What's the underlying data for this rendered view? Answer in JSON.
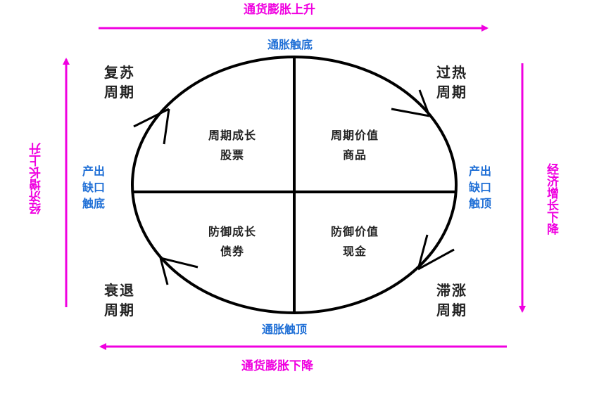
{
  "diagram": {
    "arrows": {
      "top": "通货膨胀上升",
      "bottom": "通货膨胀下降",
      "left": "经济增长上升",
      "right": "经济增长下降"
    },
    "inflation": {
      "peak": "通胀触底",
      "trough": "通胀触顶"
    },
    "output_gap": {
      "left": [
        "产出",
        "缺口",
        "触底"
      ],
      "right": [
        "产出",
        "缺口",
        "触顶"
      ]
    },
    "cycles": {
      "recovery": [
        "复苏",
        "周期"
      ],
      "overheat": [
        "过热",
        "周期"
      ],
      "recession": [
        "衰退",
        "周期"
      ],
      "stagflation": [
        "滞涨",
        "周期"
      ]
    },
    "quadrants": {
      "top_left": [
        "周期成长",
        "股票"
      ],
      "top_right": [
        "周期价值",
        "商品"
      ],
      "bottom_left": [
        "防御成长",
        "债券"
      ],
      "bottom_right": [
        "防御价值",
        "现金"
      ]
    },
    "colors": {
      "arrow": "#f000e0",
      "secondary_text": "#1f6fd6",
      "primary_text": "#222222",
      "lines": "#000000"
    }
  }
}
